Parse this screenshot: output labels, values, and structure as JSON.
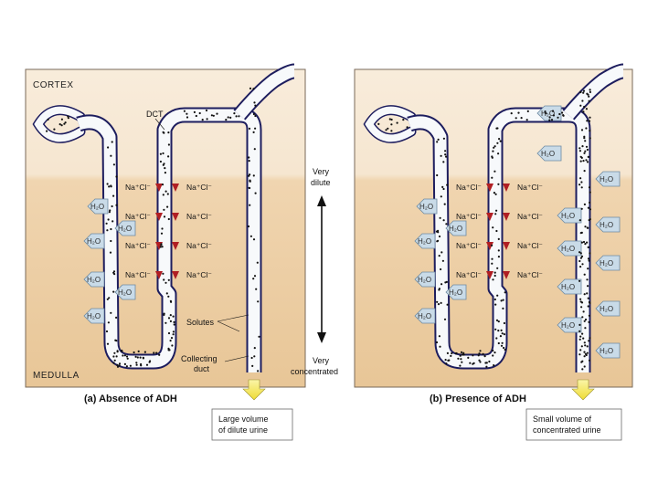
{
  "labels": {
    "cortex": "CORTEX",
    "medulla": "MEDULLA",
    "dct": "DCT",
    "solutes": "Solutes",
    "collecting_duct_line1": "Collecting",
    "collecting_duct_line2": "duct",
    "very_dilute_line1": "Very",
    "very_dilute_line2": "dilute",
    "very_concentrated_line1": "Very",
    "very_concentrated_line2": "concentrated",
    "h2o": "H₂O",
    "nacl": "Na⁺Cl⁻"
  },
  "panel_a": {
    "title": "(a) Absence of ADH",
    "urine_line1": "Large volume",
    "urine_line2": "of dilute urine"
  },
  "panel_b": {
    "title": "(b) Presence of ADH",
    "urine_line1": "Small volume of",
    "urine_line2": "concentrated urine"
  },
  "colors": {
    "cortex_bg": "#f7ead8",
    "medulla_bg": "#efd2ad",
    "tubule_fill": "#f7f9fb",
    "tubule_wall": "#1d1d5e",
    "red_wall": "#d92b1f",
    "pump": "#b01e23",
    "droplet": "#c9dbe8",
    "urine_arrow": "#f2e64a"
  }
}
